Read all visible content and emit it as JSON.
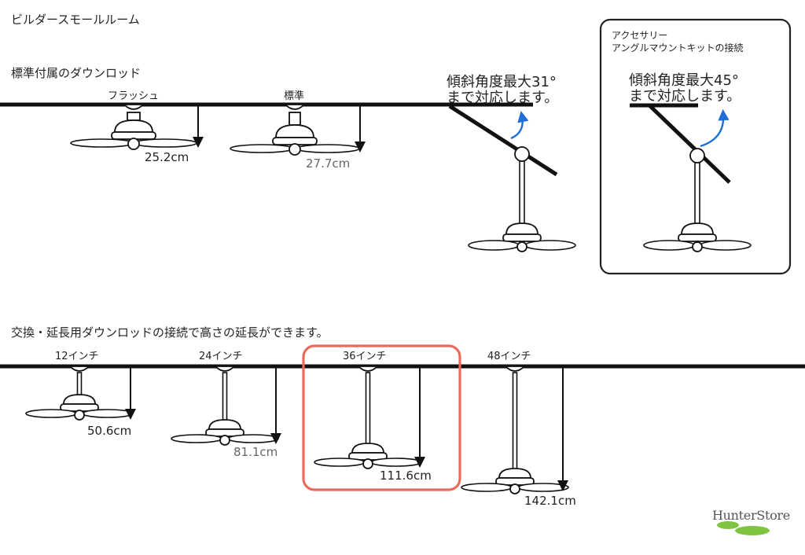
{
  "title": "ビルダースモールルーム",
  "section_standard": {
    "heading": "標準付属のダウンロッド",
    "flush_label": "フラッシュ",
    "flush_height": "25.2cm",
    "standard_label": "標準",
    "standard_height": "27.7cm",
    "angle_note_line1": "傾斜角度最大31°",
    "angle_note_line2": "まで対応します。"
  },
  "accessory_box": {
    "title_line1": "アクセサリー",
    "title_line2": "アングルマウントキットの接続",
    "angle_note_line1": "傾斜角度最大45°",
    "angle_note_line2": "まで対応します。"
  },
  "section_extension": {
    "heading": "交換・延長用ダウンロッドの接続で高さの延長ができます。",
    "items": [
      {
        "label": "12インチ",
        "height": "50.6cm"
      },
      {
        "label": "24インチ",
        "height": "81.1cm"
      },
      {
        "label": "36インチ",
        "height": "111.6cm"
      },
      {
        "label": "48インチ",
        "height": "142.1cm"
      }
    ],
    "highlighted_index": 2
  },
  "logo": {
    "text": "HunterStore"
  },
  "colors": {
    "line": "#111111",
    "curve_arrow": "#1f6fd6",
    "highlight": "#e86b5b",
    "logo_green": "#7fc341"
  }
}
